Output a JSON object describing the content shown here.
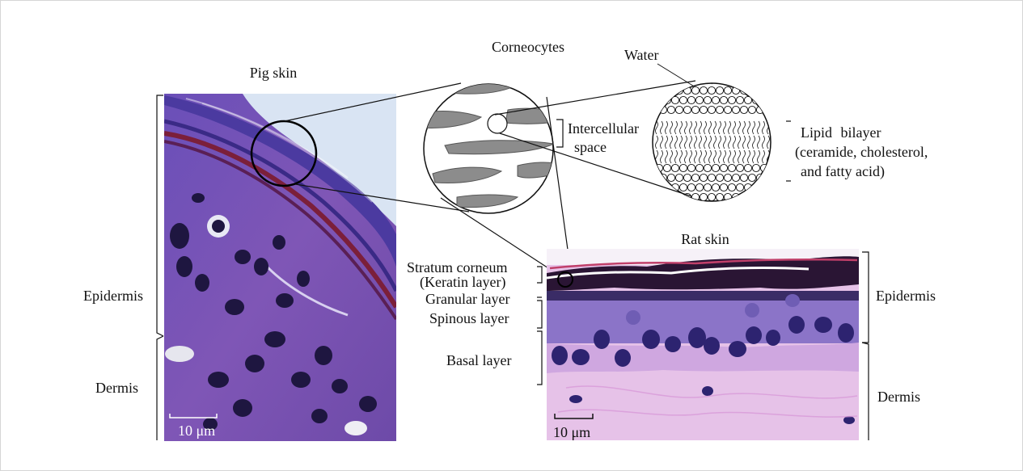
{
  "figure": {
    "corneocytes_title": "Corneocytes",
    "water_label": "Water",
    "intercellular_line1": "Intercellular",
    "intercellular_line2": "space",
    "lipid_line1": "Lipid bilayer",
    "lipid_line2": "(ceramide, cholesterol,",
    "lipid_line3": "and fatty acid)",
    "pig": {
      "title": "Pig skin",
      "epidermis": "Epidermis",
      "dermis": "Dermis",
      "scale": "10 μm"
    },
    "rat": {
      "title": "Rat skin",
      "epidermis": "Epidermis",
      "dermis": "Dermis",
      "scale": "10 μm"
    },
    "layers": {
      "stratum_corneum": "Stratum corneum",
      "keratin": "(Keratin layer)",
      "granular": "Granular layer",
      "spinous": "Spinous layer",
      "basal": "Basal layer"
    },
    "colors": {
      "stain_purple": "#5b3ca8",
      "nuclei": "#1e1640",
      "dermis_pink": "#e7bfe6",
      "cell_gray": "#8c8c8c"
    }
  }
}
